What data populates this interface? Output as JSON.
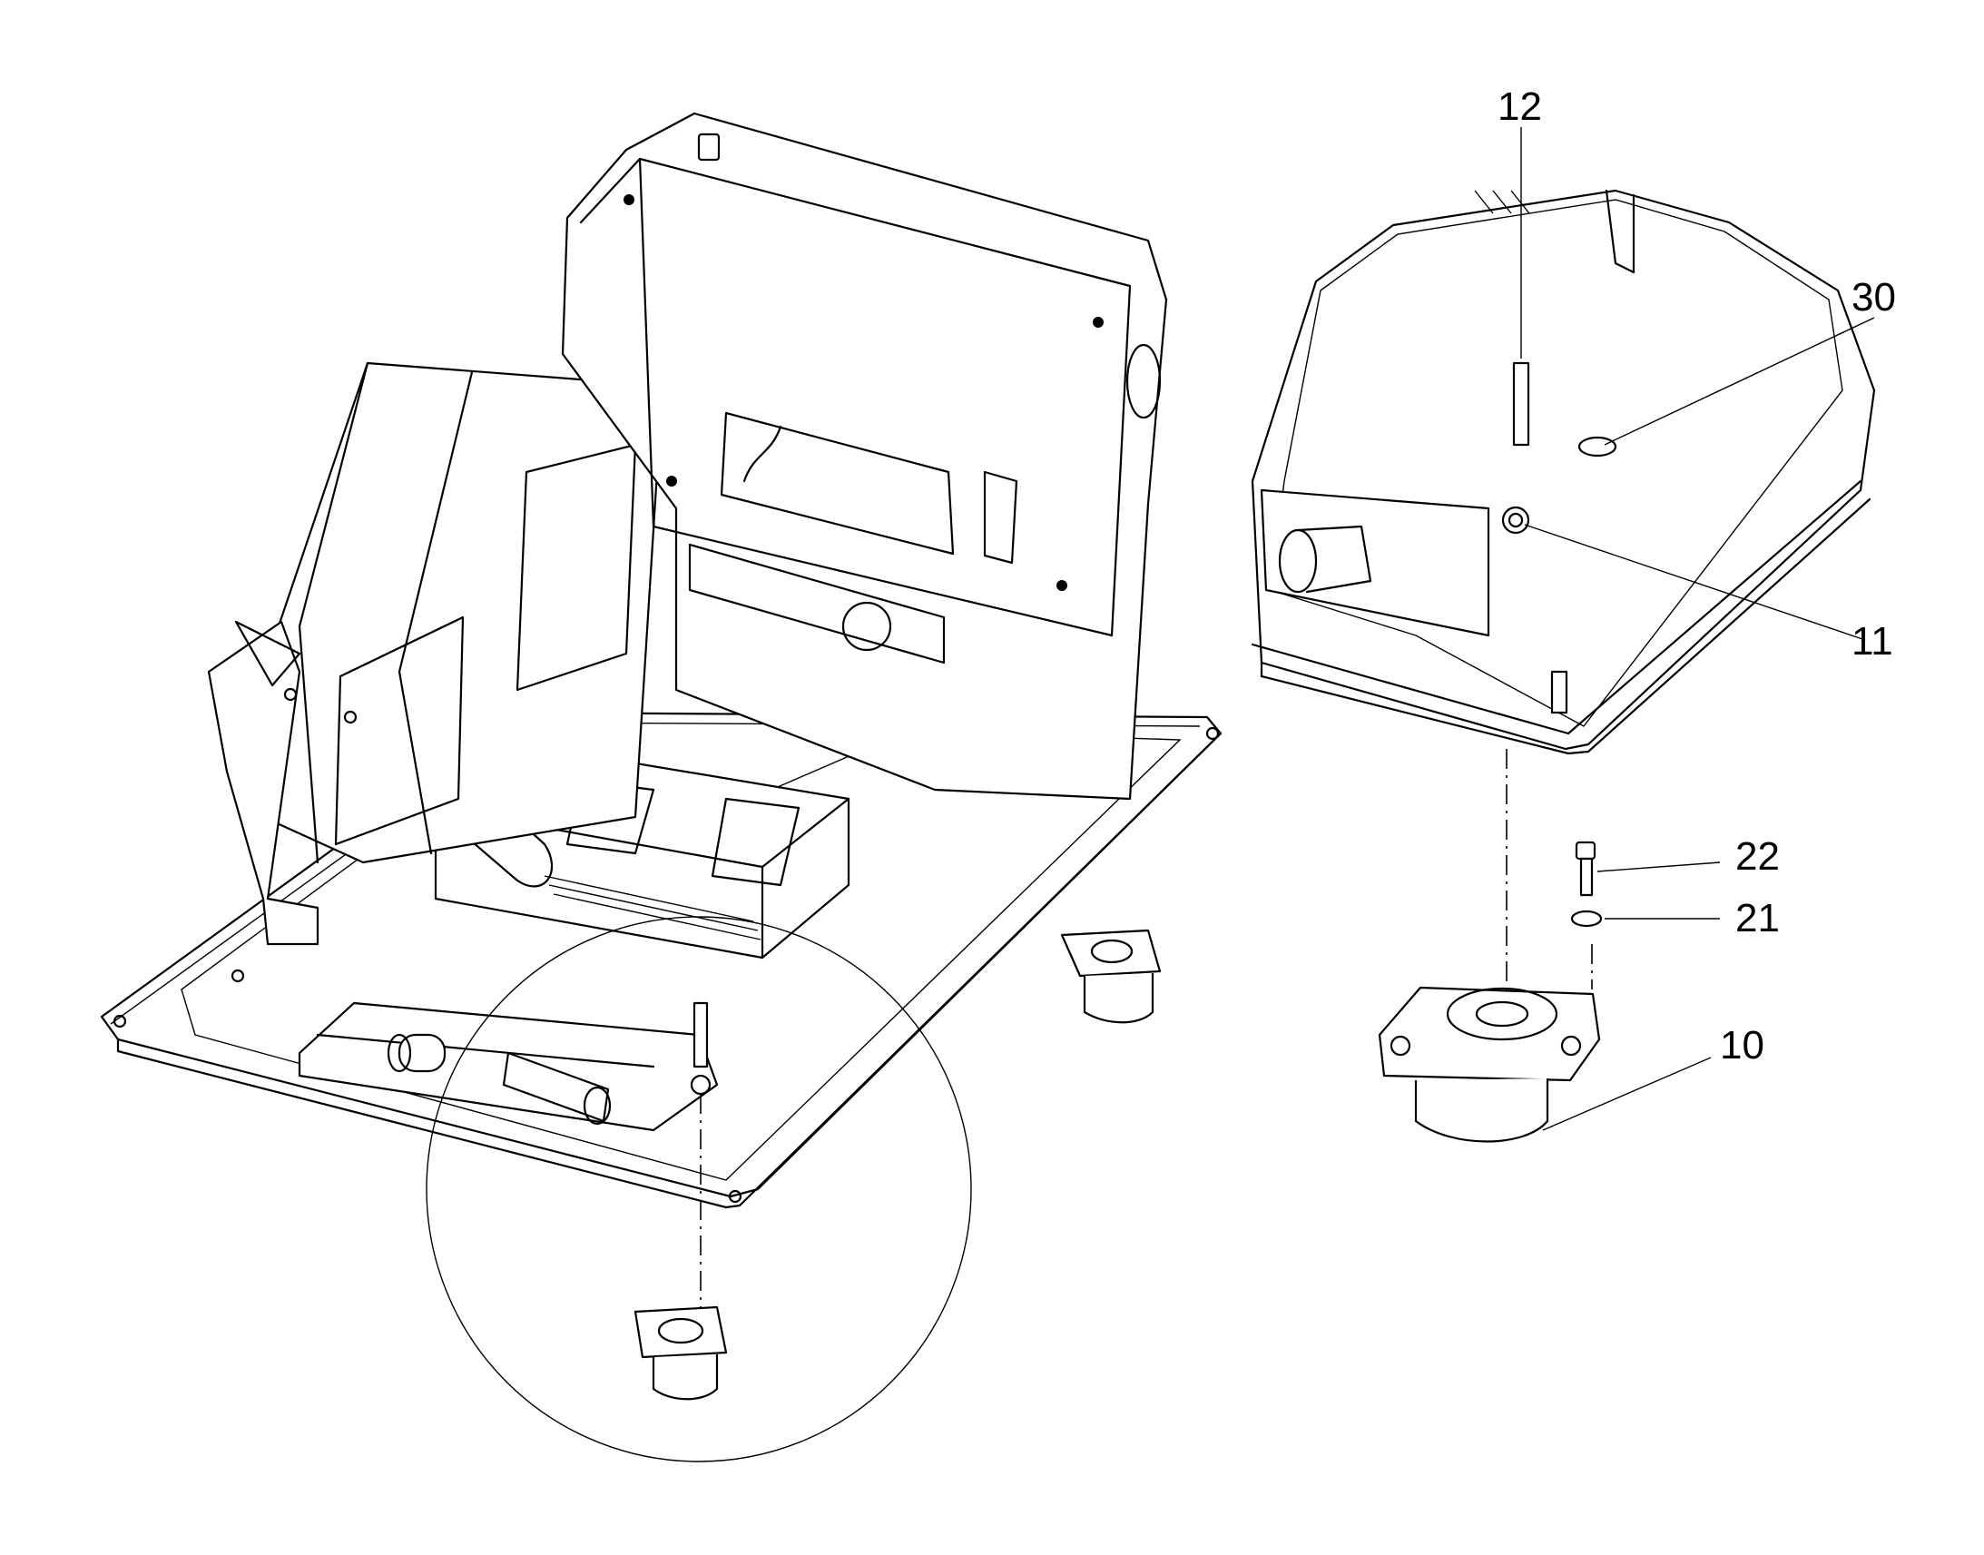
{
  "callouts": [
    {
      "id": "c12",
      "label": "12"
    },
    {
      "id": "c30",
      "label": "30"
    },
    {
      "id": "c11",
      "label": "11"
    },
    {
      "id": "c22",
      "label": "22"
    },
    {
      "id": "c21",
      "label": "21"
    },
    {
      "id": "c10",
      "label": "10"
    }
  ],
  "line_color": "#000000",
  "background_color": "#ffffff"
}
